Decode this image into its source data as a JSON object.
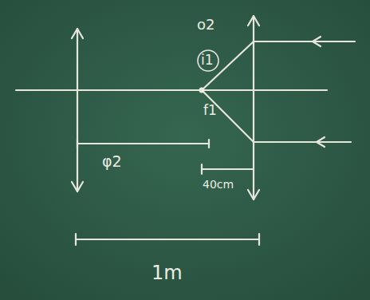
{
  "diagram": {
    "labels": [
      "o2",
      "i1",
      "f1",
      "φ2",
      "40cm",
      "1m"
    ]
  }
}
